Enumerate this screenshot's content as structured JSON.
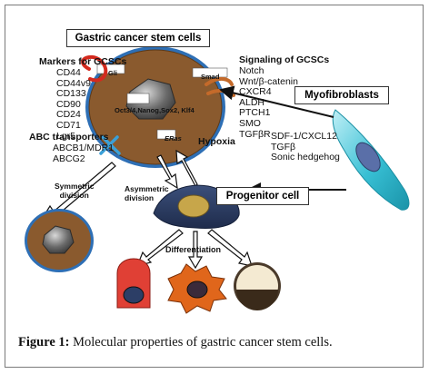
{
  "title_box": "Gastric cancer stem cells",
  "markers": {
    "heading": "Markers for GCSCs",
    "items": [
      "CD44",
      "CD44v9",
      "CD133",
      "CD90",
      "CD24",
      "CD71",
      "Lgr5"
    ]
  },
  "signaling": {
    "heading": "Signaling of GCSCs",
    "items": [
      "Notch",
      "Wnt/β-catenin",
      "CXCR4",
      "ALDH",
      "PTCH1",
      "SMO",
      "TGFβR"
    ]
  },
  "abc": {
    "heading": "ABC transporters",
    "items": [
      "ABCB1/MDR1",
      "ABCG2"
    ]
  },
  "cell_labels": {
    "gli": "Gli",
    "smad": "Smad",
    "nucleus_factors": "Oct3/4,Nanog,Sox2, Klf4",
    "eras": "ERas",
    "hypoxia": "Hypoxia"
  },
  "myofibroblasts": {
    "box": "Myofibroblasts",
    "secreted": [
      "SDF-1/CXCL12",
      "TGFβ",
      "Sonic hedgehog"
    ]
  },
  "divisions": {
    "symmetric": [
      "Symmetric",
      "division"
    ],
    "asymmetric": [
      "Asymmetric",
      "division"
    ]
  },
  "progenitor_box": "Progenitor cell",
  "differentiation": "Differentiation",
  "caption": {
    "label": "Figure 1:",
    "text": " Molecular properties of gastric cancer stem cells."
  },
  "colors": {
    "cell_brown": "#8a5a2e",
    "cell_ring": "#2e6fb5",
    "nucleus_gray": "#5f5f5f",
    "marker_red": "#d42a1e",
    "receptor_blue": "#3aa0d8",
    "progenitor_navy": "#2c3e66",
    "progenitor_nucleus": "#c7a64a",
    "fibroblast_cyan": "#3cc1d6",
    "diff_red": "#e04035",
    "diff_orange": "#e0661b",
    "diff_cream": "#f4ead2"
  }
}
